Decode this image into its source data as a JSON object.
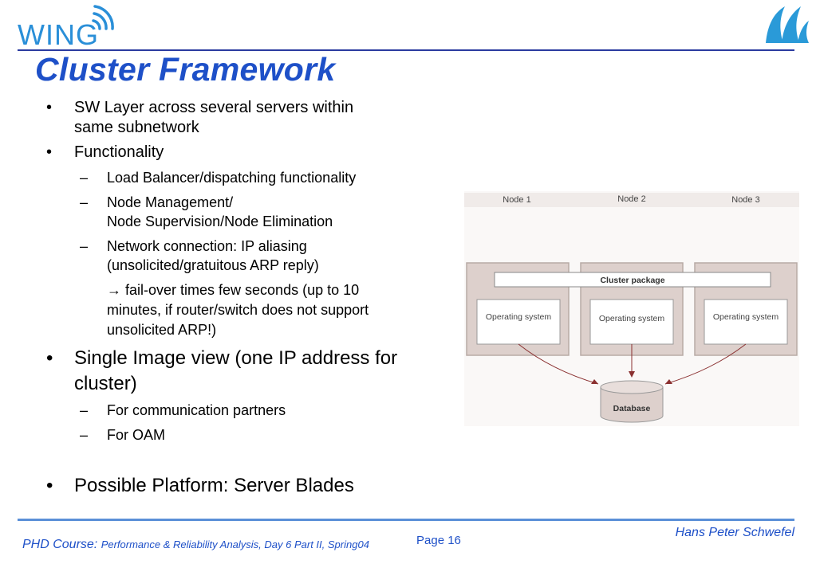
{
  "header": {
    "logo_text": "WING",
    "title": "Cluster Framework"
  },
  "content": {
    "items": [
      {
        "level": 1,
        "marker": "•",
        "lines": [
          "SW Layer across several servers within",
          "same subnetwork"
        ]
      },
      {
        "level": 1,
        "marker": "•",
        "lines": [
          "Functionality"
        ]
      },
      {
        "level": 2,
        "marker": "–",
        "lines": [
          "Load Balancer/dispatching functionality"
        ]
      },
      {
        "level": 2,
        "marker": "–",
        "lines": [
          "Node Management/",
          "Node Supervision/Node Elimination"
        ]
      },
      {
        "level": 2,
        "marker": "–",
        "lines": [
          "Network connection: IP aliasing",
          "(unsolicited/gratuitous ARP reply)"
        ]
      },
      {
        "level": 2,
        "marker": "",
        "lines": [
          "→ fail-over times few seconds (up to 10",
          "minutes, if router/switch does not support",
          "unsolicited ARP!)"
        ]
      },
      {
        "level": 1,
        "marker": "•",
        "lines": [
          "Single Image view (one IP address for",
          "cluster)"
        ]
      },
      {
        "level": 2,
        "marker": "–",
        "lines": [
          "For communication partners"
        ]
      },
      {
        "level": 2,
        "marker": "–",
        "lines": [
          "For OAM"
        ]
      },
      {
        "level": 1,
        "marker": "•",
        "lines": [
          "Possible Platform: Server Blades"
        ]
      }
    ]
  },
  "diagram": {
    "nodes": [
      "Node 1",
      "Node 2",
      "Node 3"
    ],
    "cluster_package": "Cluster package",
    "os_label": "Operating system",
    "database": "Database",
    "colors": {
      "node_fill": "#ddd0cc",
      "node_border": "#b8aaa5",
      "box_fill": "#ffffff",
      "arrow": "#8a3030"
    }
  },
  "footer": {
    "course_label": "PHD Course:",
    "course_detail": "Performance & Reliability Analysis, Day 6 Part II, Spring04",
    "page": "Page 16",
    "author": "Hans Peter Schwefel"
  },
  "colors": {
    "title": "#1e50c8",
    "rule_top": "#2a3aa0",
    "rule_bottom": "#5b90d8"
  }
}
